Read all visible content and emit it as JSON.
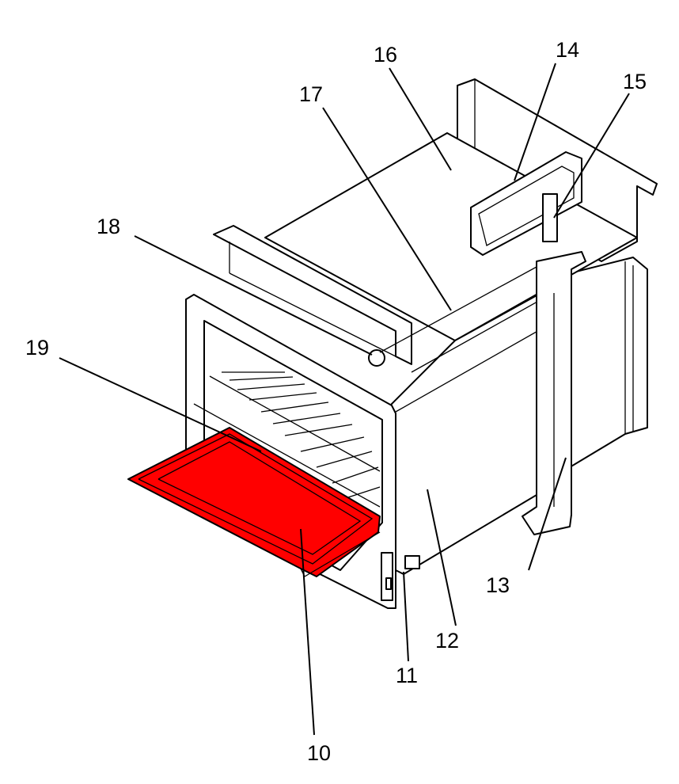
{
  "diagram": {
    "highlight_color": "#ff0000",
    "callouts": [
      {
        "id": "callout-10",
        "label": "10"
      },
      {
        "id": "callout-11",
        "label": "11"
      },
      {
        "id": "callout-12",
        "label": "12"
      },
      {
        "id": "callout-13",
        "label": "13"
      },
      {
        "id": "callout-14",
        "label": "14"
      },
      {
        "id": "callout-15",
        "label": "15"
      },
      {
        "id": "callout-16",
        "label": "16"
      },
      {
        "id": "callout-17",
        "label": "17"
      },
      {
        "id": "callout-18",
        "label": "18"
      },
      {
        "id": "callout-19",
        "label": "19"
      }
    ]
  }
}
